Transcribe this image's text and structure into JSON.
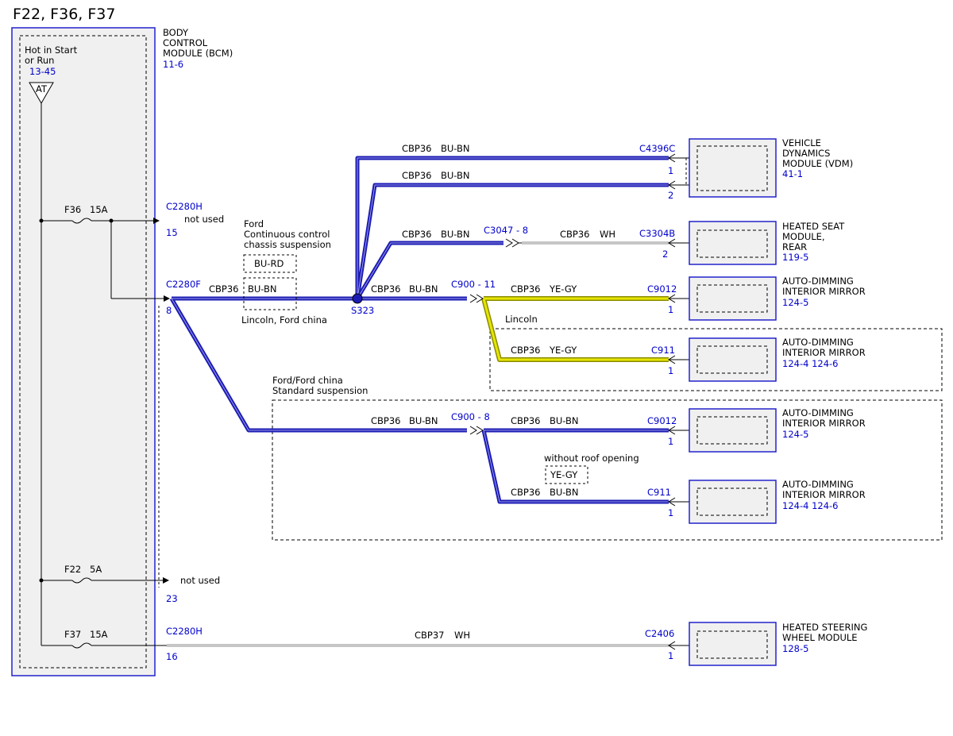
{
  "title": "F22, F36, F37",
  "colors": {
    "wire_bu_bn": "#1c1cb4",
    "wire_ye_gy": "#e6e600",
    "wire_wh": "#b4b4b4",
    "ref_blue": "#0000cc",
    "module_fill": "#f0f0f0"
  },
  "bcm": {
    "name_lines": [
      "BODY",
      "CONTROL",
      "MODULE (BCM)"
    ],
    "ref": "11-6",
    "hot_lines": [
      "Hot in Start",
      "or Run"
    ],
    "hot_ref": "13-45",
    "at_label": "AT",
    "fuses": [
      {
        "name": "F36",
        "rating": "15A"
      },
      {
        "name": "F22",
        "rating": "5A"
      },
      {
        "name": "F37",
        "rating": "15A"
      }
    ]
  },
  "bcm_pins": {
    "c2280h_top": {
      "connector": "C2280H",
      "pin": "15",
      "note": "not used"
    },
    "c2280f": {
      "connector": "C2280F",
      "pin": "8"
    },
    "pin23": {
      "pin": "23",
      "note": "not used"
    },
    "c2280h_bottom": {
      "connector": "C2280H",
      "pin": "16"
    }
  },
  "suspension_ford": {
    "lines": [
      "Ford",
      "Continuous control",
      "chassis suspension"
    ],
    "alt_color": "BU-RD",
    "color": "BU-BN",
    "variant": "Lincoln, Ford china"
  },
  "splice": "S323",
  "standard_suspension": [
    "Ford/Ford china",
    "Standard suspension"
  ],
  "lincoln_label": "Lincoln",
  "roof": {
    "label": "without roof opening",
    "color": "YE-GY"
  },
  "wires": {
    "w_bcm": {
      "circuit": "CBP36",
      "color": ""
    },
    "w_vdm1": {
      "circuit": "CBP36",
      "color": "BU-BN"
    },
    "w_vdm2": {
      "circuit": "CBP36",
      "color": "BU-BN"
    },
    "w_hs1": {
      "circuit": "CBP36",
      "color": "BU-BN"
    },
    "w_hs2": {
      "circuit": "CBP36",
      "color": "WH"
    },
    "w_c900_11_in": {
      "circuit": "CBP36",
      "color": "BU-BN"
    },
    "w_mirror1": {
      "circuit": "CBP36",
      "color": "YE-GY"
    },
    "w_mirror2": {
      "circuit": "CBP36",
      "color": "YE-GY"
    },
    "w_c900_8_in": {
      "circuit": "CBP36",
      "color": "BU-BN"
    },
    "w_mirror3": {
      "circuit": "CBP36",
      "color": "BU-BN"
    },
    "w_mirror4": {
      "circuit": "CBP36",
      "color": "BU-BN"
    },
    "w_steer": {
      "circuit": "CBP37",
      "color": "WH"
    }
  },
  "inline_connectors": {
    "c3047": "C3047 - 8",
    "c900_11": "C900 - 11",
    "c900_8": "C900 - 8"
  },
  "modules": [
    {
      "id": "vdm",
      "connector": "C4396C",
      "pins": [
        "1",
        "2"
      ],
      "name_lines": [
        "VEHICLE",
        "DYNAMICS",
        "MODULE (VDM)"
      ],
      "ref": "41-1"
    },
    {
      "id": "heated-seat",
      "connector": "C3304B",
      "pins": [
        "2"
      ],
      "name_lines": [
        "HEATED SEAT",
        "MODULE,",
        "REAR"
      ],
      "ref": "119-5"
    },
    {
      "id": "mirror-1",
      "connector": "C9012",
      "pins": [
        "1"
      ],
      "name_lines": [
        "AUTO-DIMMING",
        "INTERIOR MIRROR"
      ],
      "ref": "124-5"
    },
    {
      "id": "mirror-2",
      "connector": "C911",
      "pins": [
        "1"
      ],
      "name_lines": [
        "AUTO-DIMMING",
        "INTERIOR MIRROR"
      ],
      "ref": "124-4  124-6"
    },
    {
      "id": "mirror-3",
      "connector": "C9012",
      "pins": [
        "1"
      ],
      "name_lines": [
        "AUTO-DIMMING",
        "INTERIOR MIRROR"
      ],
      "ref": "124-5"
    },
    {
      "id": "mirror-4",
      "connector": "C911",
      "pins": [
        "1"
      ],
      "name_lines": [
        "AUTO-DIMMING",
        "INTERIOR MIRROR"
      ],
      "ref": "124-4  124-6"
    },
    {
      "id": "steering",
      "connector": "C2406",
      "pins": [
        "1"
      ],
      "name_lines": [
        "HEATED STEERING",
        "WHEEL MODULE"
      ],
      "ref": "128-5"
    }
  ]
}
